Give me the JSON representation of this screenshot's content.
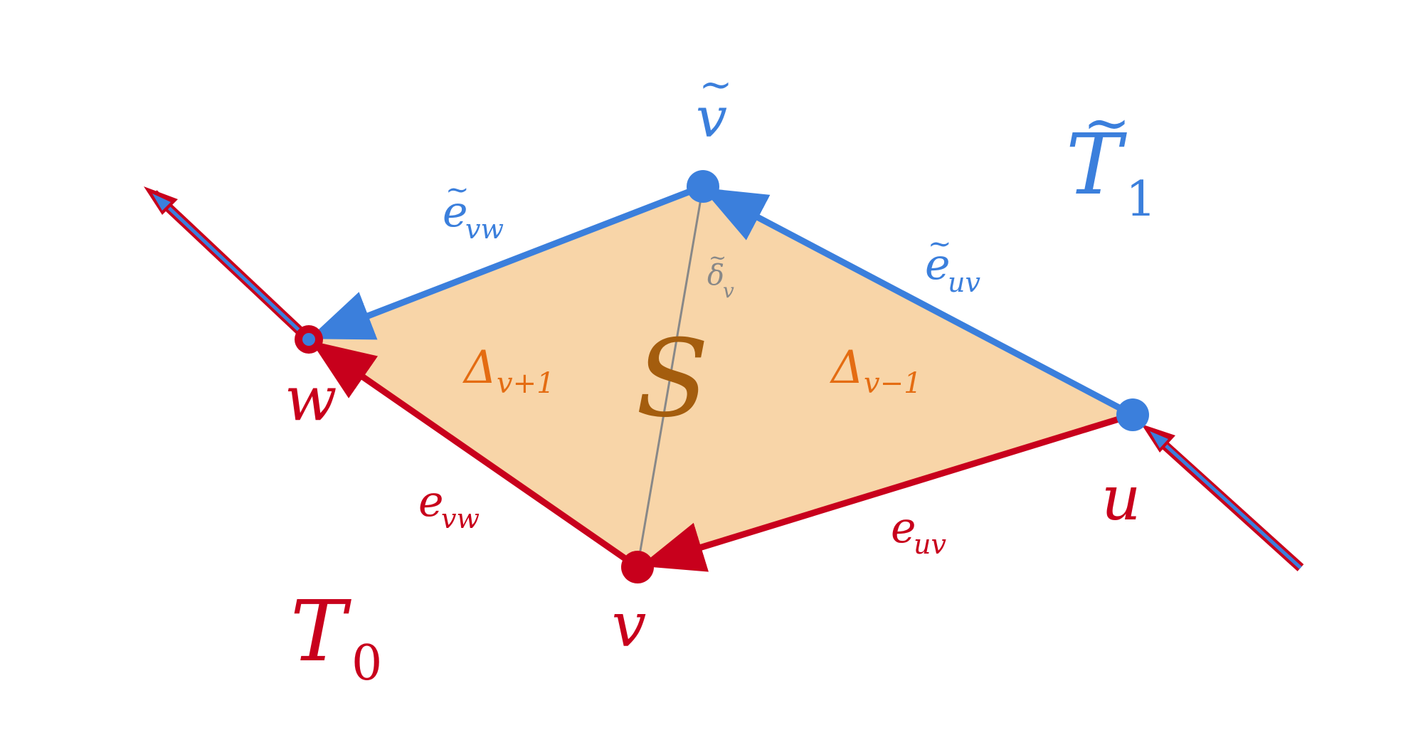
{
  "colors": {
    "blue": "#3b7fdc",
    "red": "#c8001c",
    "fill": "#f8d5a8",
    "orange": "#e46c12",
    "brown": "#a45d0e",
    "gray": "#888888"
  },
  "labels": {
    "v_tilde": {
      "base": "v",
      "accent": "~"
    },
    "T1": {
      "base": "T",
      "accent": "~",
      "sub": "1"
    },
    "e_vw_tilde": {
      "base": "e",
      "accent": "~",
      "sub": "vw"
    },
    "e_uv_tilde": {
      "base": "e",
      "accent": "~",
      "sub": "uv"
    },
    "delta_v_tilde": {
      "base": "δ",
      "accent": "~",
      "sub": "v"
    },
    "Delta_v_plus_1": {
      "base": "Δ",
      "sub": "v+1"
    },
    "Delta_v_minus_1": {
      "base": "Δ",
      "sub": "v−1"
    },
    "S": "S",
    "w": "w",
    "u": "u",
    "v": "v",
    "e_vw": {
      "base": "e",
      "sub": "vw"
    },
    "e_uv": {
      "base": "e",
      "sub": "uv"
    },
    "T0": {
      "base": "T",
      "sub": "0"
    }
  }
}
